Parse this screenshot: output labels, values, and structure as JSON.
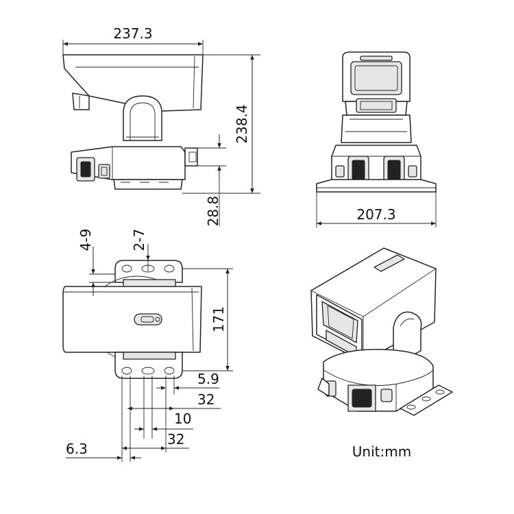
{
  "dimensions": {
    "top_width": "237.3",
    "height": "238.4",
    "base_height": "28.8",
    "front_width": "207.3",
    "slot_offset_a": "4-9",
    "slot_offset_b": "2-7",
    "base_depth": "171",
    "hole_a": "5.9",
    "spacing_a": "32",
    "spacing_b": "10",
    "spacing_c": "32",
    "hole_b": "6.3"
  },
  "unit_label": "Unit:mm"
}
